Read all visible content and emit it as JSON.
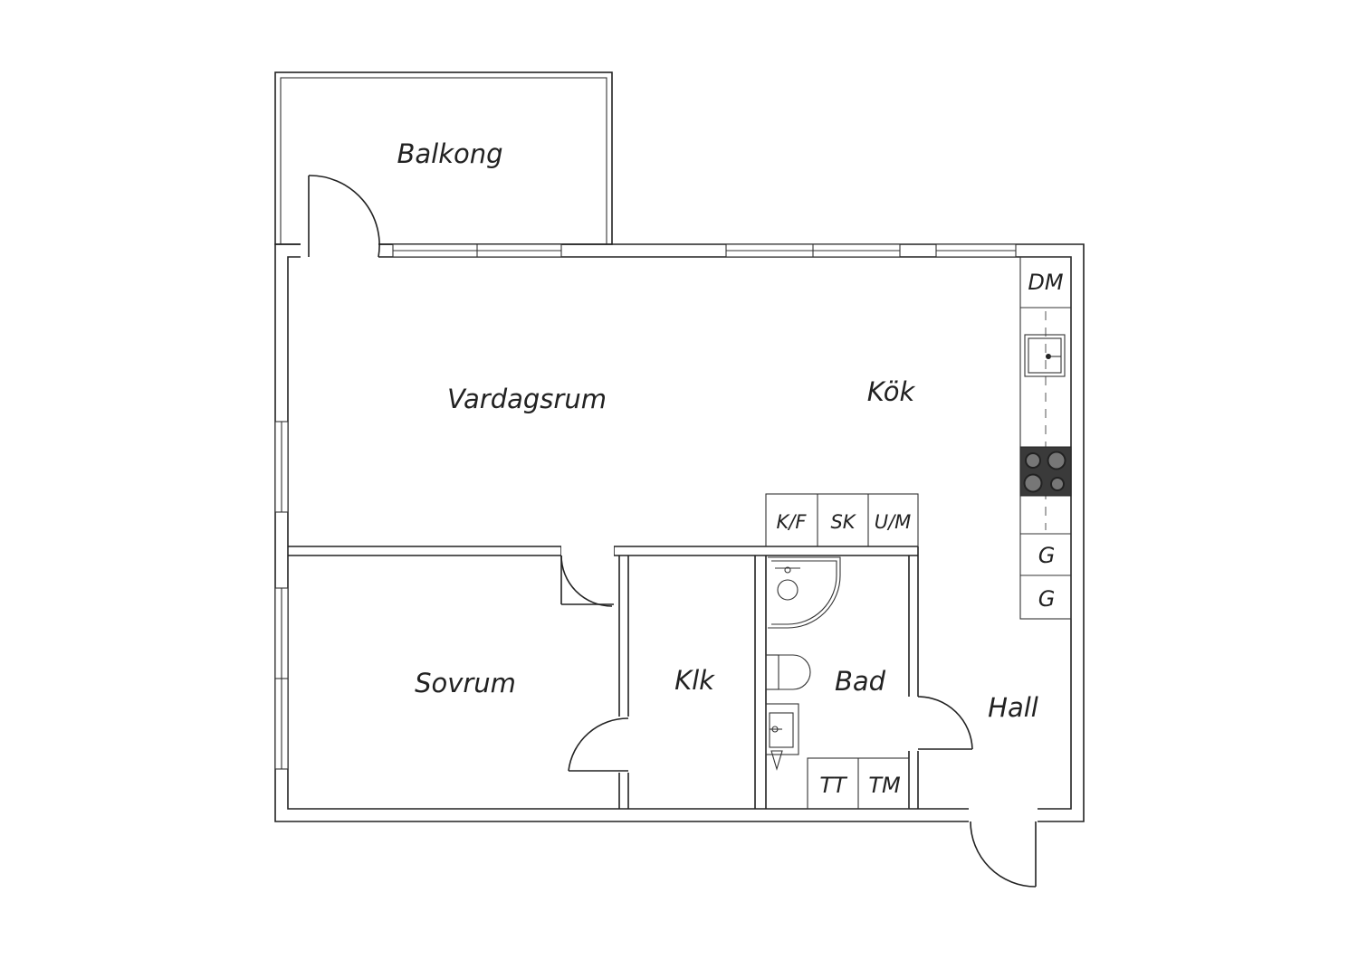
{
  "rooms": {
    "balkong": "Balkong",
    "vardagsrum": "Vardagsrum",
    "kok": "Kök",
    "sovrum": "Sovrum",
    "klk": "Klk",
    "bad": "Bad",
    "hall": "Hall"
  },
  "fixtures": {
    "dm": "DM",
    "kf": "K/F",
    "sk": "SK",
    "um": "U/M",
    "g1": "G",
    "g2": "G",
    "tt": "TT",
    "tm": "TM"
  }
}
